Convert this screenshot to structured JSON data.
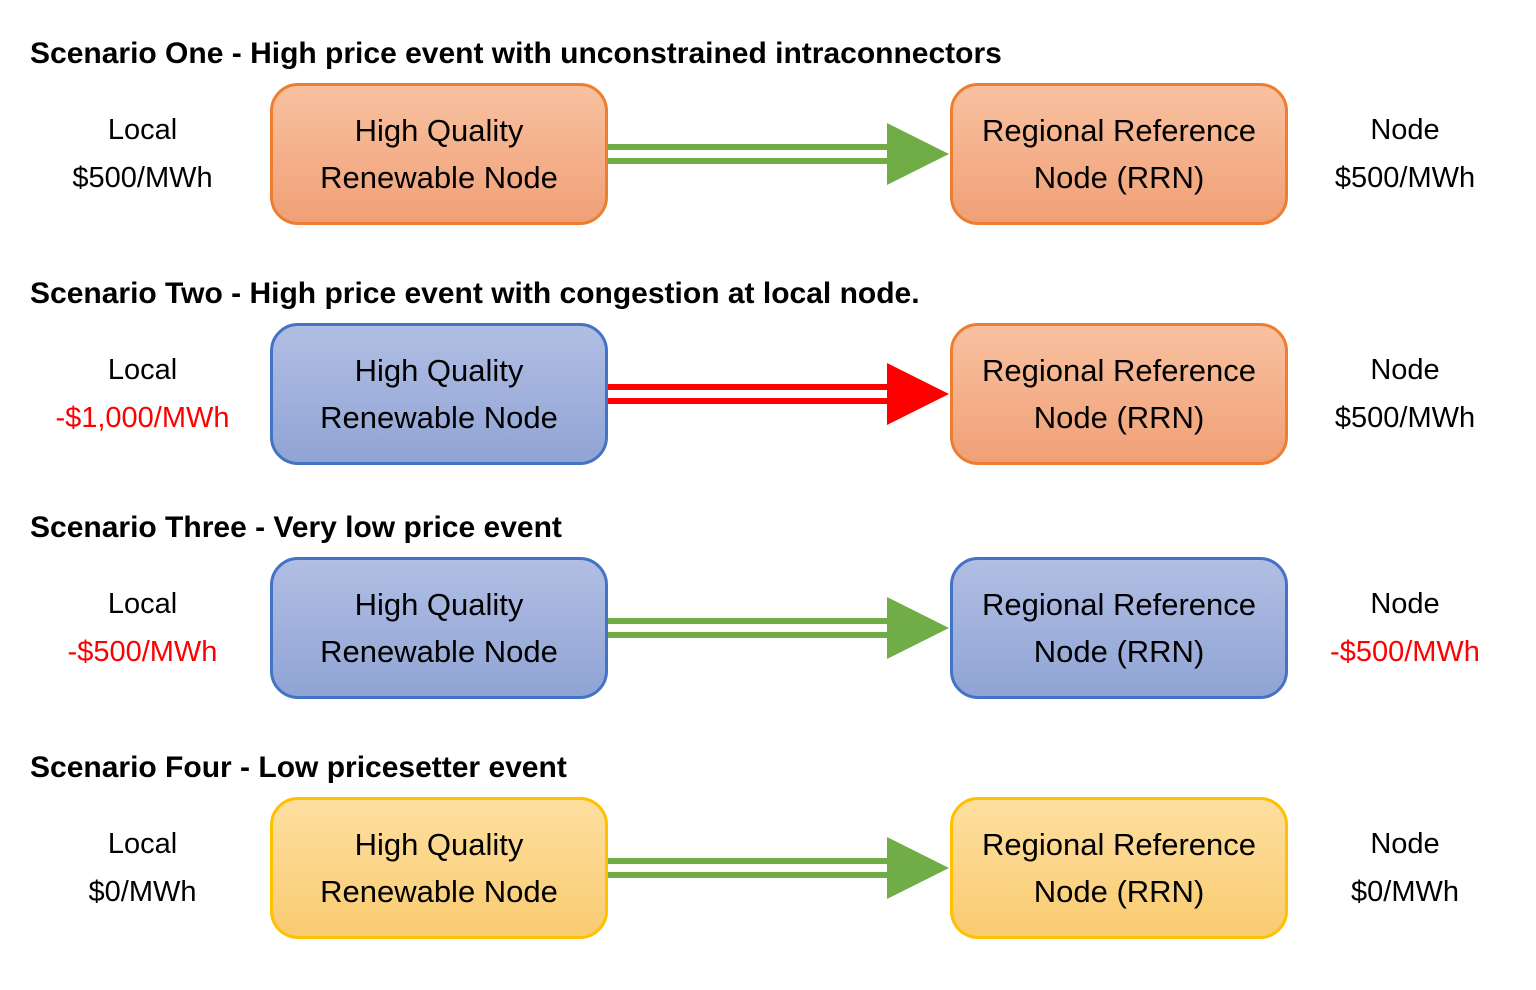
{
  "palette": {
    "orange_fill": "#F4AF89",
    "orange_border": "#ED7D31",
    "blue_fill": "#9FAFDC",
    "blue_border": "#4472C4",
    "yellow_fill": "#FBD581",
    "yellow_border": "#FFC000",
    "green_arrow": "#70AD47",
    "red_arrow": "#FF0000",
    "negative_price_text": "#FF0000",
    "default_text": "#000000"
  },
  "scenarios": [
    {
      "title": "Scenario One - High price event with unconstrained intraconnectors",
      "left_label": {
        "name": "Local",
        "price": "$500/MWh",
        "tone": "black"
      },
      "source_box": {
        "line1": "High Quality",
        "line2": "Renewable Node",
        "theme": "orange"
      },
      "arrow": {
        "tone": "green"
      },
      "target_box": {
        "line1": "Regional Reference",
        "line2": "Node (RRN)",
        "theme": "orange"
      },
      "right_label": {
        "name": "Node",
        "price": "$500/MWh",
        "tone": "black"
      }
    },
    {
      "title": "Scenario Two - High price event with congestion at local node.",
      "left_label": {
        "name": "Local",
        "price": "-$1,000/MWh",
        "tone": "red"
      },
      "source_box": {
        "line1": "High Quality",
        "line2": "Renewable Node",
        "theme": "blue"
      },
      "arrow": {
        "tone": "red"
      },
      "target_box": {
        "line1": "Regional Reference",
        "line2": "Node (RRN)",
        "theme": "orange"
      },
      "right_label": {
        "name": "Node",
        "price": "$500/MWh",
        "tone": "black"
      }
    },
    {
      "title": "Scenario Three - Very low price event",
      "left_label": {
        "name": "Local",
        "price": "-$500/MWh",
        "tone": "red"
      },
      "source_box": {
        "line1": "High Quality",
        "line2": "Renewable Node",
        "theme": "blue"
      },
      "arrow": {
        "tone": "green"
      },
      "target_box": {
        "line1": "Regional Reference",
        "line2": "Node (RRN)",
        "theme": "blue"
      },
      "right_label": {
        "name": "Node",
        "price": "-$500/MWh",
        "tone": "red"
      }
    },
    {
      "title": "Scenario Four - Low pricesetter event",
      "left_label": {
        "name": "Local",
        "price": "$0/MWh",
        "tone": "black"
      },
      "source_box": {
        "line1": "High Quality",
        "line2": "Renewable Node",
        "theme": "yellow"
      },
      "arrow": {
        "tone": "green"
      },
      "target_box": {
        "line1": "Regional Reference",
        "line2": "Node (RRN)",
        "theme": "yellow"
      },
      "right_label": {
        "name": "Node",
        "price": "$0/MWh",
        "tone": "black"
      }
    }
  ]
}
